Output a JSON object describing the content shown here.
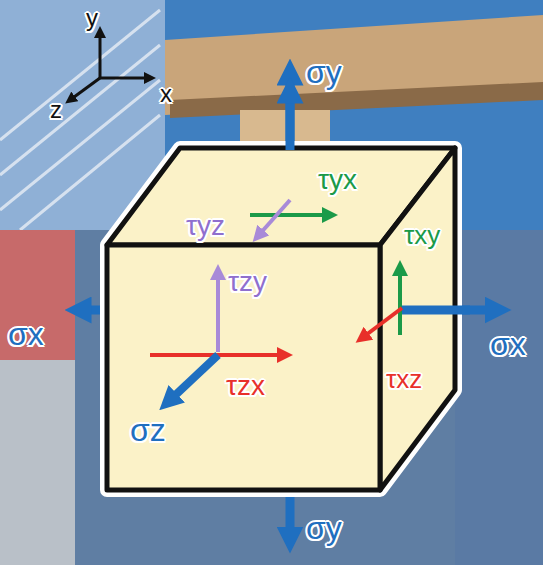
{
  "diagram": {
    "labels": [
      "y",
      "z",
      "x",
      "σy",
      "τyx",
      "τyz",
      "τxy",
      "τzy",
      "σx",
      "σx",
      "τzx",
      "τxz",
      "σz",
      "σy"
    ]
  }
}
